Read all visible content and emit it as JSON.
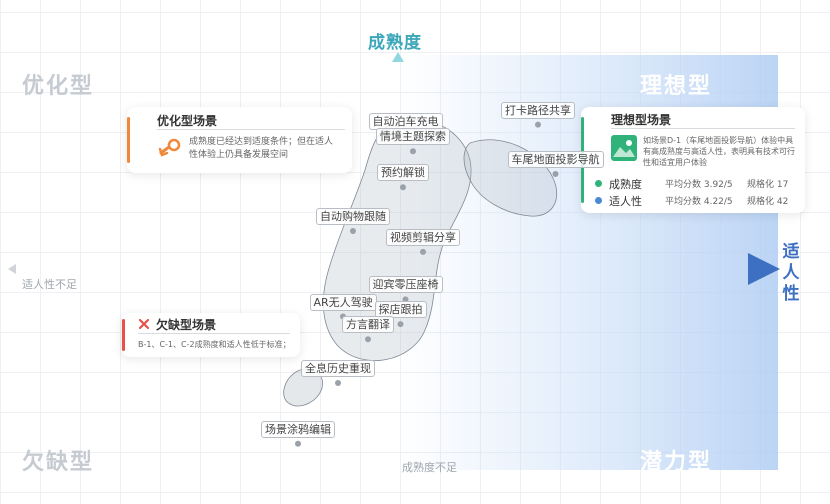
{
  "axes": {
    "y_title": "成熟度",
    "y_low": "成熟度不足",
    "x_title": "适人性",
    "x_low": "适人性不足"
  },
  "quadrants": {
    "top_left": "优化型",
    "top_right": "理想型",
    "bottom_left": "欠缺型",
    "bottom_right": "潜力型"
  },
  "cards": {
    "optimize": {
      "title": "优化型场景",
      "desc": "成熟度已经达到适度条件；但在适人性体验上仍具备发展空间",
      "accent": "#f0883a"
    },
    "lacking": {
      "title": "欠缺型场景",
      "desc": "B-1、C-1、C-2成熟度和适人性低于标准；",
      "accent": "#e8504a"
    },
    "ideal": {
      "title": "理想型场景",
      "desc": "如场景D-1（车尾地面投影导航）体验中具有高成熟度与高适人性，表明具有技术可行性和适宜用户体验",
      "accent": "#2fb37a",
      "metrics": [
        {
          "name": "成熟度",
          "avg": "平均分数   3.92/5",
          "norm": "规格化 17",
          "color": "#2fb37a"
        },
        {
          "name": "适人性",
          "avg": "平均分数   4.22/5",
          "norm": "规格化 42",
          "color": "#4a8ad4"
        }
      ]
    }
  },
  "points": [
    {
      "label": "打卡路径共享",
      "x": 0.56,
      "y": 0.76
    },
    {
      "label": "自动泊车充电",
      "x": 0.03,
      "y": 0.7
    },
    {
      "label": "情境主题探索",
      "x": 0.06,
      "y": 0.62
    },
    {
      "label": "车尾地面投影导航",
      "x": 0.63,
      "y": 0.5
    },
    {
      "label": "预约解锁",
      "x": 0.02,
      "y": 0.43
    },
    {
      "label": "自动购物跟随",
      "x": -0.18,
      "y": 0.2
    },
    {
      "label": "视频剪辑分享",
      "x": 0.1,
      "y": 0.09
    },
    {
      "label": "迎宾零压座椅",
      "x": 0.03,
      "y": -0.16
    },
    {
      "label": "AR无人驾驶",
      "x": -0.22,
      "y": -0.25
    },
    {
      "label": "探店跟拍",
      "x": 0.01,
      "y": -0.29
    },
    {
      "label": "方言翻译",
      "x": -0.12,
      "y": -0.37
    },
    {
      "label": "全息历史重现",
      "x": -0.24,
      "y": -0.6
    },
    {
      "label": "场景涂鸦编辑",
      "x": -0.4,
      "y": -0.92
    }
  ]
}
